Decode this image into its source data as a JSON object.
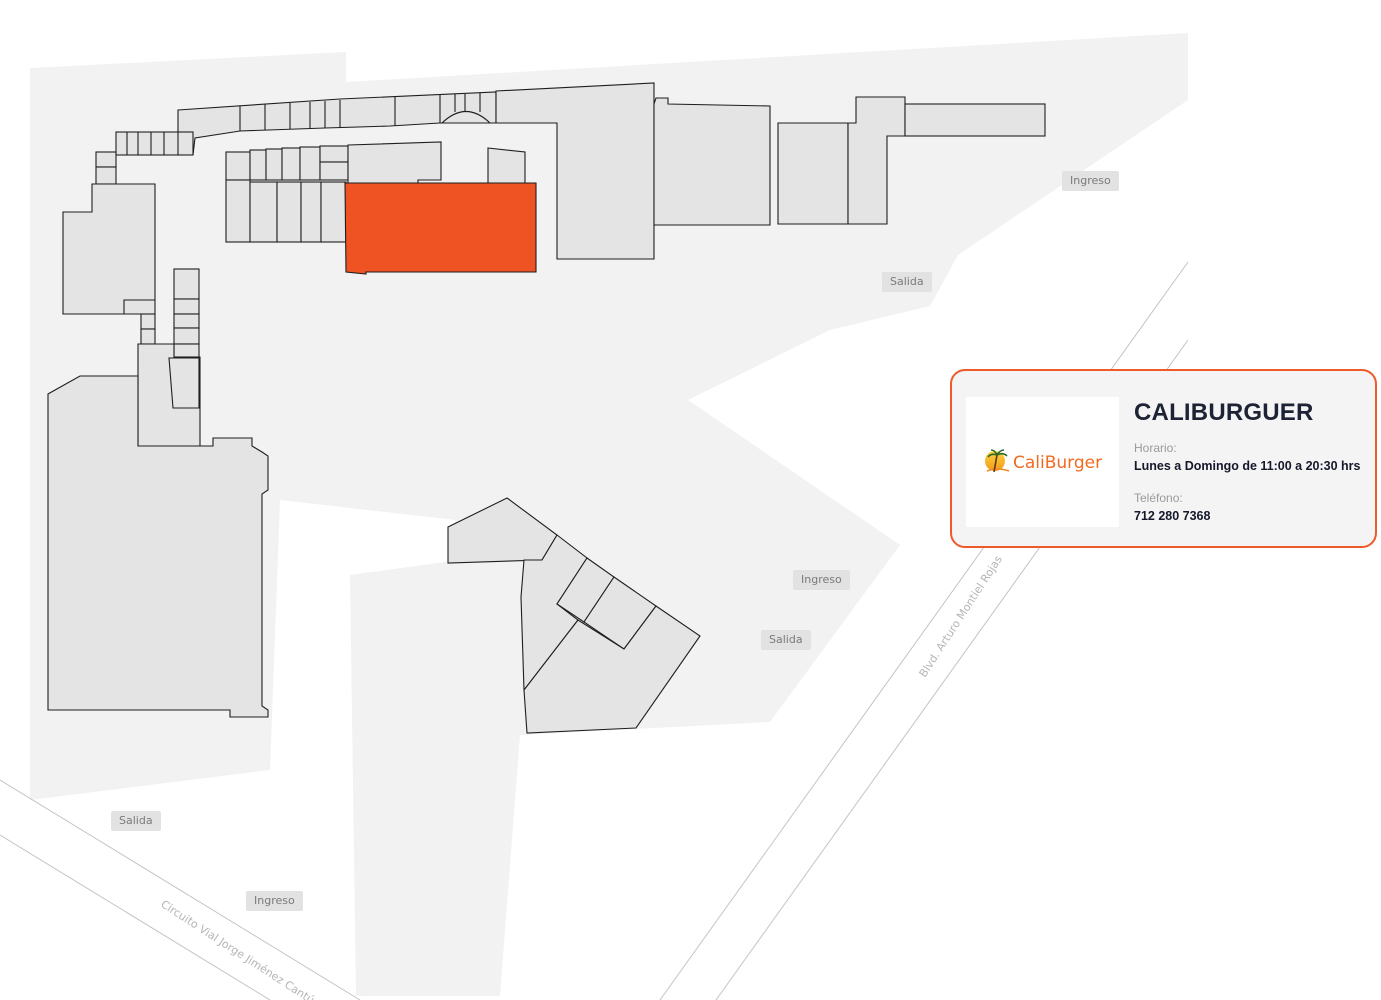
{
  "map": {
    "tags": {
      "ingreso_1": "Ingreso",
      "salida_1": "Salida",
      "ingreso_2": "Ingreso",
      "salida_2": "Salida",
      "salida_3": "Salida",
      "ingreso_3": "Ingreso"
    },
    "roads": {
      "blvd": "Blvd. Arturo Montiel Rojas",
      "circuito": "Circuito Vial Jorge Jiménez Cantú"
    },
    "colors": {
      "site": "#f2f2f2",
      "building": "#e4e4e4",
      "selected": "#f05323"
    }
  },
  "store": {
    "logo_text": "CaliBurger",
    "logo_icon": "palm-sunset-icon",
    "name": "CALIBURGUER",
    "hours_label": "Horario:",
    "hours_value": "Lunes a Domingo de 11:00 a 20:30 hrs",
    "phone_label": "Teléfono:",
    "phone_value": "712 280 7368",
    "accent": "#ef5a2a"
  }
}
